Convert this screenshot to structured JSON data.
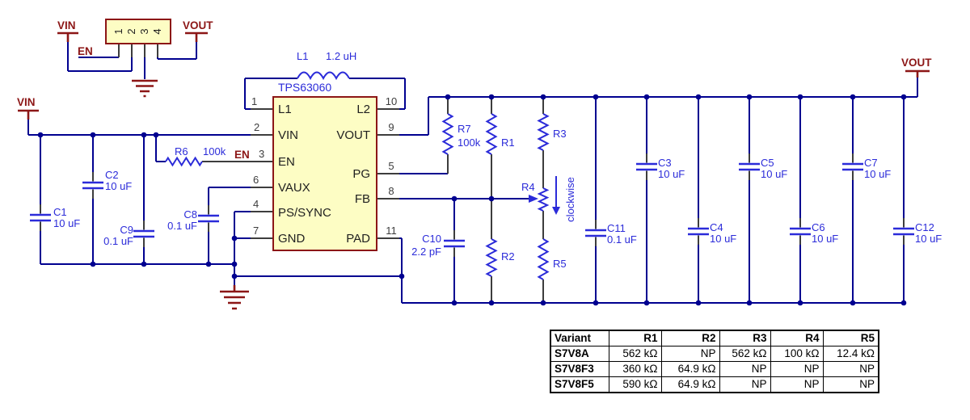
{
  "colors": {
    "wire": "#000090",
    "symbol": "#2b2bd9",
    "net_label": "#8c1616",
    "ic_fill": "#fdfdc4",
    "pin": "#3d3d3d",
    "table_text": "#000000"
  },
  "header_connector": {
    "vin_label": "VIN",
    "en_label": "EN",
    "vout_label": "VOUT",
    "pin_numbers": [
      "1",
      "2",
      "3",
      "4"
    ]
  },
  "nets": {
    "vin_main": "VIN",
    "vout_main": "VOUT",
    "en_net": "EN"
  },
  "ic": {
    "name": "TPS63060",
    "pins": {
      "l1": {
        "num": "1",
        "name": "L1"
      },
      "vin": {
        "num": "2",
        "name": "VIN"
      },
      "en": {
        "num": "3",
        "name": "EN"
      },
      "vaux": {
        "num": "6",
        "name": "VAUX"
      },
      "ps": {
        "num": "4",
        "name": "PS/SYNC"
      },
      "gnd": {
        "num": "7",
        "name": "GND"
      },
      "l2": {
        "num": "10",
        "name": "L2"
      },
      "vout": {
        "num": "9",
        "name": "VOUT"
      },
      "pg": {
        "num": "5",
        "name": "PG"
      },
      "fb": {
        "num": "8",
        "name": "FB"
      },
      "pad": {
        "num": "11",
        "name": "PAD"
      }
    }
  },
  "components": {
    "L1": {
      "ref": "L1",
      "value": "1.2 uH"
    },
    "R6": {
      "ref": "R6",
      "value": "100k"
    },
    "R7": {
      "ref": "R7",
      "value": "100k"
    },
    "R1": {
      "ref": "R1"
    },
    "R2": {
      "ref": "R2"
    },
    "R3": {
      "ref": "R3"
    },
    "R4": {
      "ref": "R4"
    },
    "R5": {
      "ref": "R5"
    },
    "C1": {
      "ref": "C1",
      "value": "10 uF"
    },
    "C2": {
      "ref": "C2",
      "value": "10 uF"
    },
    "C3": {
      "ref": "C3",
      "value": "10 uF"
    },
    "C4": {
      "ref": "C4",
      "value": "10 uF"
    },
    "C5": {
      "ref": "C5",
      "value": "10 uF"
    },
    "C6": {
      "ref": "C6",
      "value": "10 uF"
    },
    "C7": {
      "ref": "C7",
      "value": "10 uF"
    },
    "C8": {
      "ref": "C8",
      "value": "0.1 uF"
    },
    "C9": {
      "ref": "C9",
      "value": "0.1 uF"
    },
    "C10": {
      "ref": "C10",
      "value": "2.2 pF"
    },
    "C11": {
      "ref": "C11",
      "value": "0.1 uF"
    },
    "C12": {
      "ref": "C12",
      "value": "10 uF"
    }
  },
  "annotations": {
    "clockwise": "clockwise"
  },
  "variant_table": {
    "headers": [
      "Variant",
      "R1",
      "R2",
      "R3",
      "R4",
      "R5"
    ],
    "rows": [
      {
        "variant": "S7V8A",
        "values": [
          "562 kΩ",
          "NP",
          "562 kΩ",
          "100 kΩ",
          "12.4 kΩ"
        ]
      },
      {
        "variant": "S7V8F3",
        "values": [
          "360 kΩ",
          "64.9 kΩ",
          "NP",
          "NP",
          "NP"
        ]
      },
      {
        "variant": "S7V8F5",
        "values": [
          "590 kΩ",
          "64.9 kΩ",
          "NP",
          "NP",
          "NP"
        ]
      }
    ]
  }
}
